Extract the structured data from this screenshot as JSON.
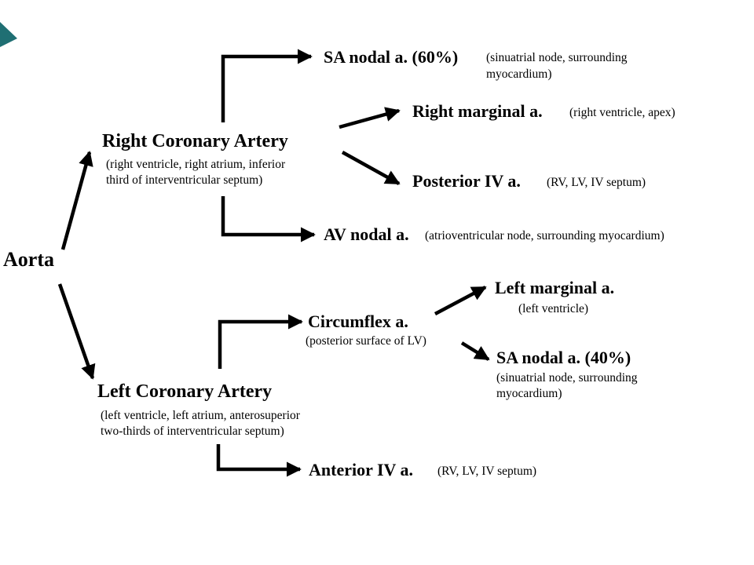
{
  "aorta": {
    "label": "Aorta"
  },
  "right_coronary": {
    "label": "Right Coronary Artery",
    "supply_line1": "(right ventricle, right atrium, inferior",
    "supply_line2": "third of interventricular septum)"
  },
  "right_branches": {
    "sa_nodal": {
      "label": "SA nodal a. (60%)",
      "supply_line1": "(sinuatrial node, surrounding",
      "supply_line2": "myocardium)"
    },
    "right_marginal": {
      "label": "Right marginal a.",
      "supply": "(right ventricle, apex)"
    },
    "posterior_iv": {
      "label": "Posterior IV a.",
      "supply": "(RV, LV, IV septum)"
    },
    "av_nodal": {
      "label": "AV nodal a.",
      "supply": "(atrioventricular node, surrounding myocardium)"
    }
  },
  "left_coronary": {
    "label": "Left Coronary Artery",
    "supply_line1": "(left ventricle, left atrium, anterosuperior",
    "supply_line2": "two-thirds of interventricular septum)"
  },
  "left_branches": {
    "circumflex": {
      "label": "Circumflex a.",
      "supply": "(posterior surface of LV)"
    },
    "left_marginal": {
      "label": "Left marginal a.",
      "supply": "(left ventricle)"
    },
    "sa_nodal": {
      "label": "SA nodal a. (40%)",
      "supply_line1": "(sinuatrial node, surrounding",
      "supply_line2": "myocardium)"
    },
    "anterior_iv": {
      "label": "Anterior IV a.",
      "supply": "(RV, LV, IV septum)"
    }
  },
  "colors": {
    "corner_accent": "#1f6f73",
    "ink": "#000000"
  }
}
